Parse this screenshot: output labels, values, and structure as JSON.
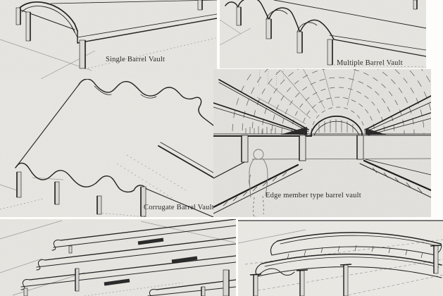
{
  "collage": {
    "description": "Hand-drawn architectural sketches of barrel vault roof types on scanned paper",
    "panels": [
      {
        "name": "single-barrel-vault",
        "label": "Single Barrel Vault"
      },
      {
        "name": "multiple-barrel-vault",
        "label": "Multiple Barrel Vault"
      },
      {
        "name": "corrugate-barrel-vault",
        "label": "Corrugate Barrel Vault"
      },
      {
        "name": "edge-member-type-barrel-vault",
        "label": "Edge member type barrel vault"
      },
      {
        "name": "inverted-shell-vaults",
        "label": ""
      },
      {
        "name": "twin-barrel-vaults-on-columns",
        "label": ""
      }
    ]
  },
  "colors": {
    "paper": "#e8e6e1",
    "paper_dark": "#e5e3de",
    "ink": "#222222",
    "faint_line": "#999999",
    "label_text": "#2b2b2b"
  }
}
